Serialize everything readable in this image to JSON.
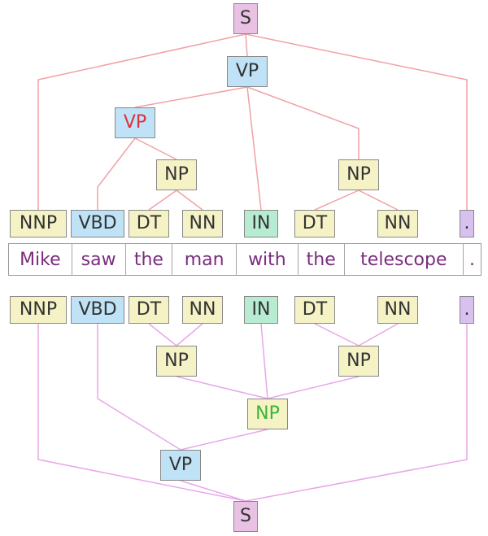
{
  "words": [
    "Mike",
    "saw",
    "the",
    "man",
    "with",
    "the",
    "telescope",
    "."
  ],
  "pos_tags": [
    "NNP",
    "VBD",
    "DT",
    "NN",
    "IN",
    "DT",
    "NN",
    "."
  ],
  "top_tree": {
    "s": "S",
    "vp": "VP",
    "vp_inner": "VP",
    "np_man": "NP",
    "np_telescope": "NP"
  },
  "bottom_tree": {
    "np_man": "NP",
    "np_telescope": "NP",
    "np_pp": "NP",
    "vp": "VP",
    "s": "S"
  },
  "colors": {
    "top_edge": "#f1a1a6",
    "bottom_edge": "#e9a7e8",
    "sentence_node": "#e8c1e3",
    "verb_node": "#bfe2f6",
    "noun_node": "#f5f3c6",
    "preposition_node": "#b7ecd2",
    "punct_node": "#d8c1ef",
    "word_text": "#7a2c7f",
    "highlight_vp": "#e0303a",
    "highlight_np": "#39b534"
  }
}
